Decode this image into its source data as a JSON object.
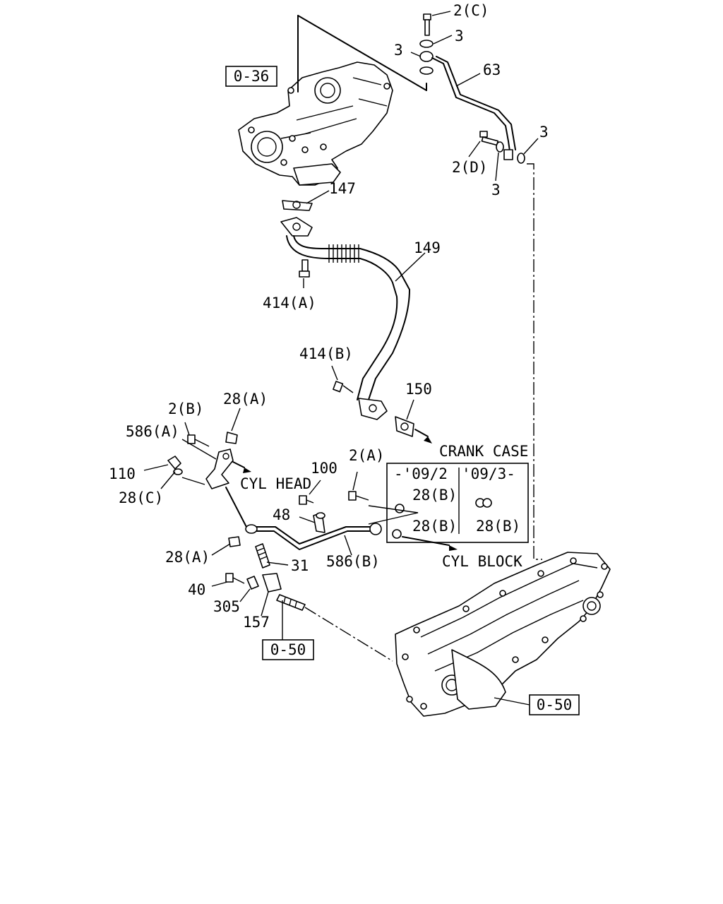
{
  "callouts": {
    "c_2c": "2(C)",
    "c_3a": "3",
    "c_3b": "3",
    "c_63": "63",
    "c_3c": "3",
    "c_2d": "2(D)",
    "c_3d": "3",
    "c_147": "147",
    "c_149": "149",
    "c_414a": "414(A)",
    "c_414b": "414(B)",
    "c_150": "150",
    "c_2b": "2(B)",
    "c_28a_top": "28(A)",
    "c_586a": "586(A)",
    "c_110": "110",
    "c_28c": "28(C)",
    "c_100": "100",
    "c_2a": "2(A)",
    "c_48": "48",
    "c_28a_low": "28(A)",
    "c_31": "31",
    "c_586b": "586(B)",
    "c_40": "40",
    "c_305": "305",
    "c_157": "157"
  },
  "refs": {
    "turbo": "0-36",
    "block_left": "0-50",
    "manifold": "0-50"
  },
  "directions": {
    "crank_case": "CRANK CASE",
    "cyl_head": "CYL HEAD",
    "cyl_block": "CYL BLOCK"
  },
  "variant_box": {
    "left_header": "-'09/2",
    "right_header": "'09/3-",
    "left_top": "28(B)",
    "left_bottom": "28(B)",
    "right": "28(B)"
  }
}
